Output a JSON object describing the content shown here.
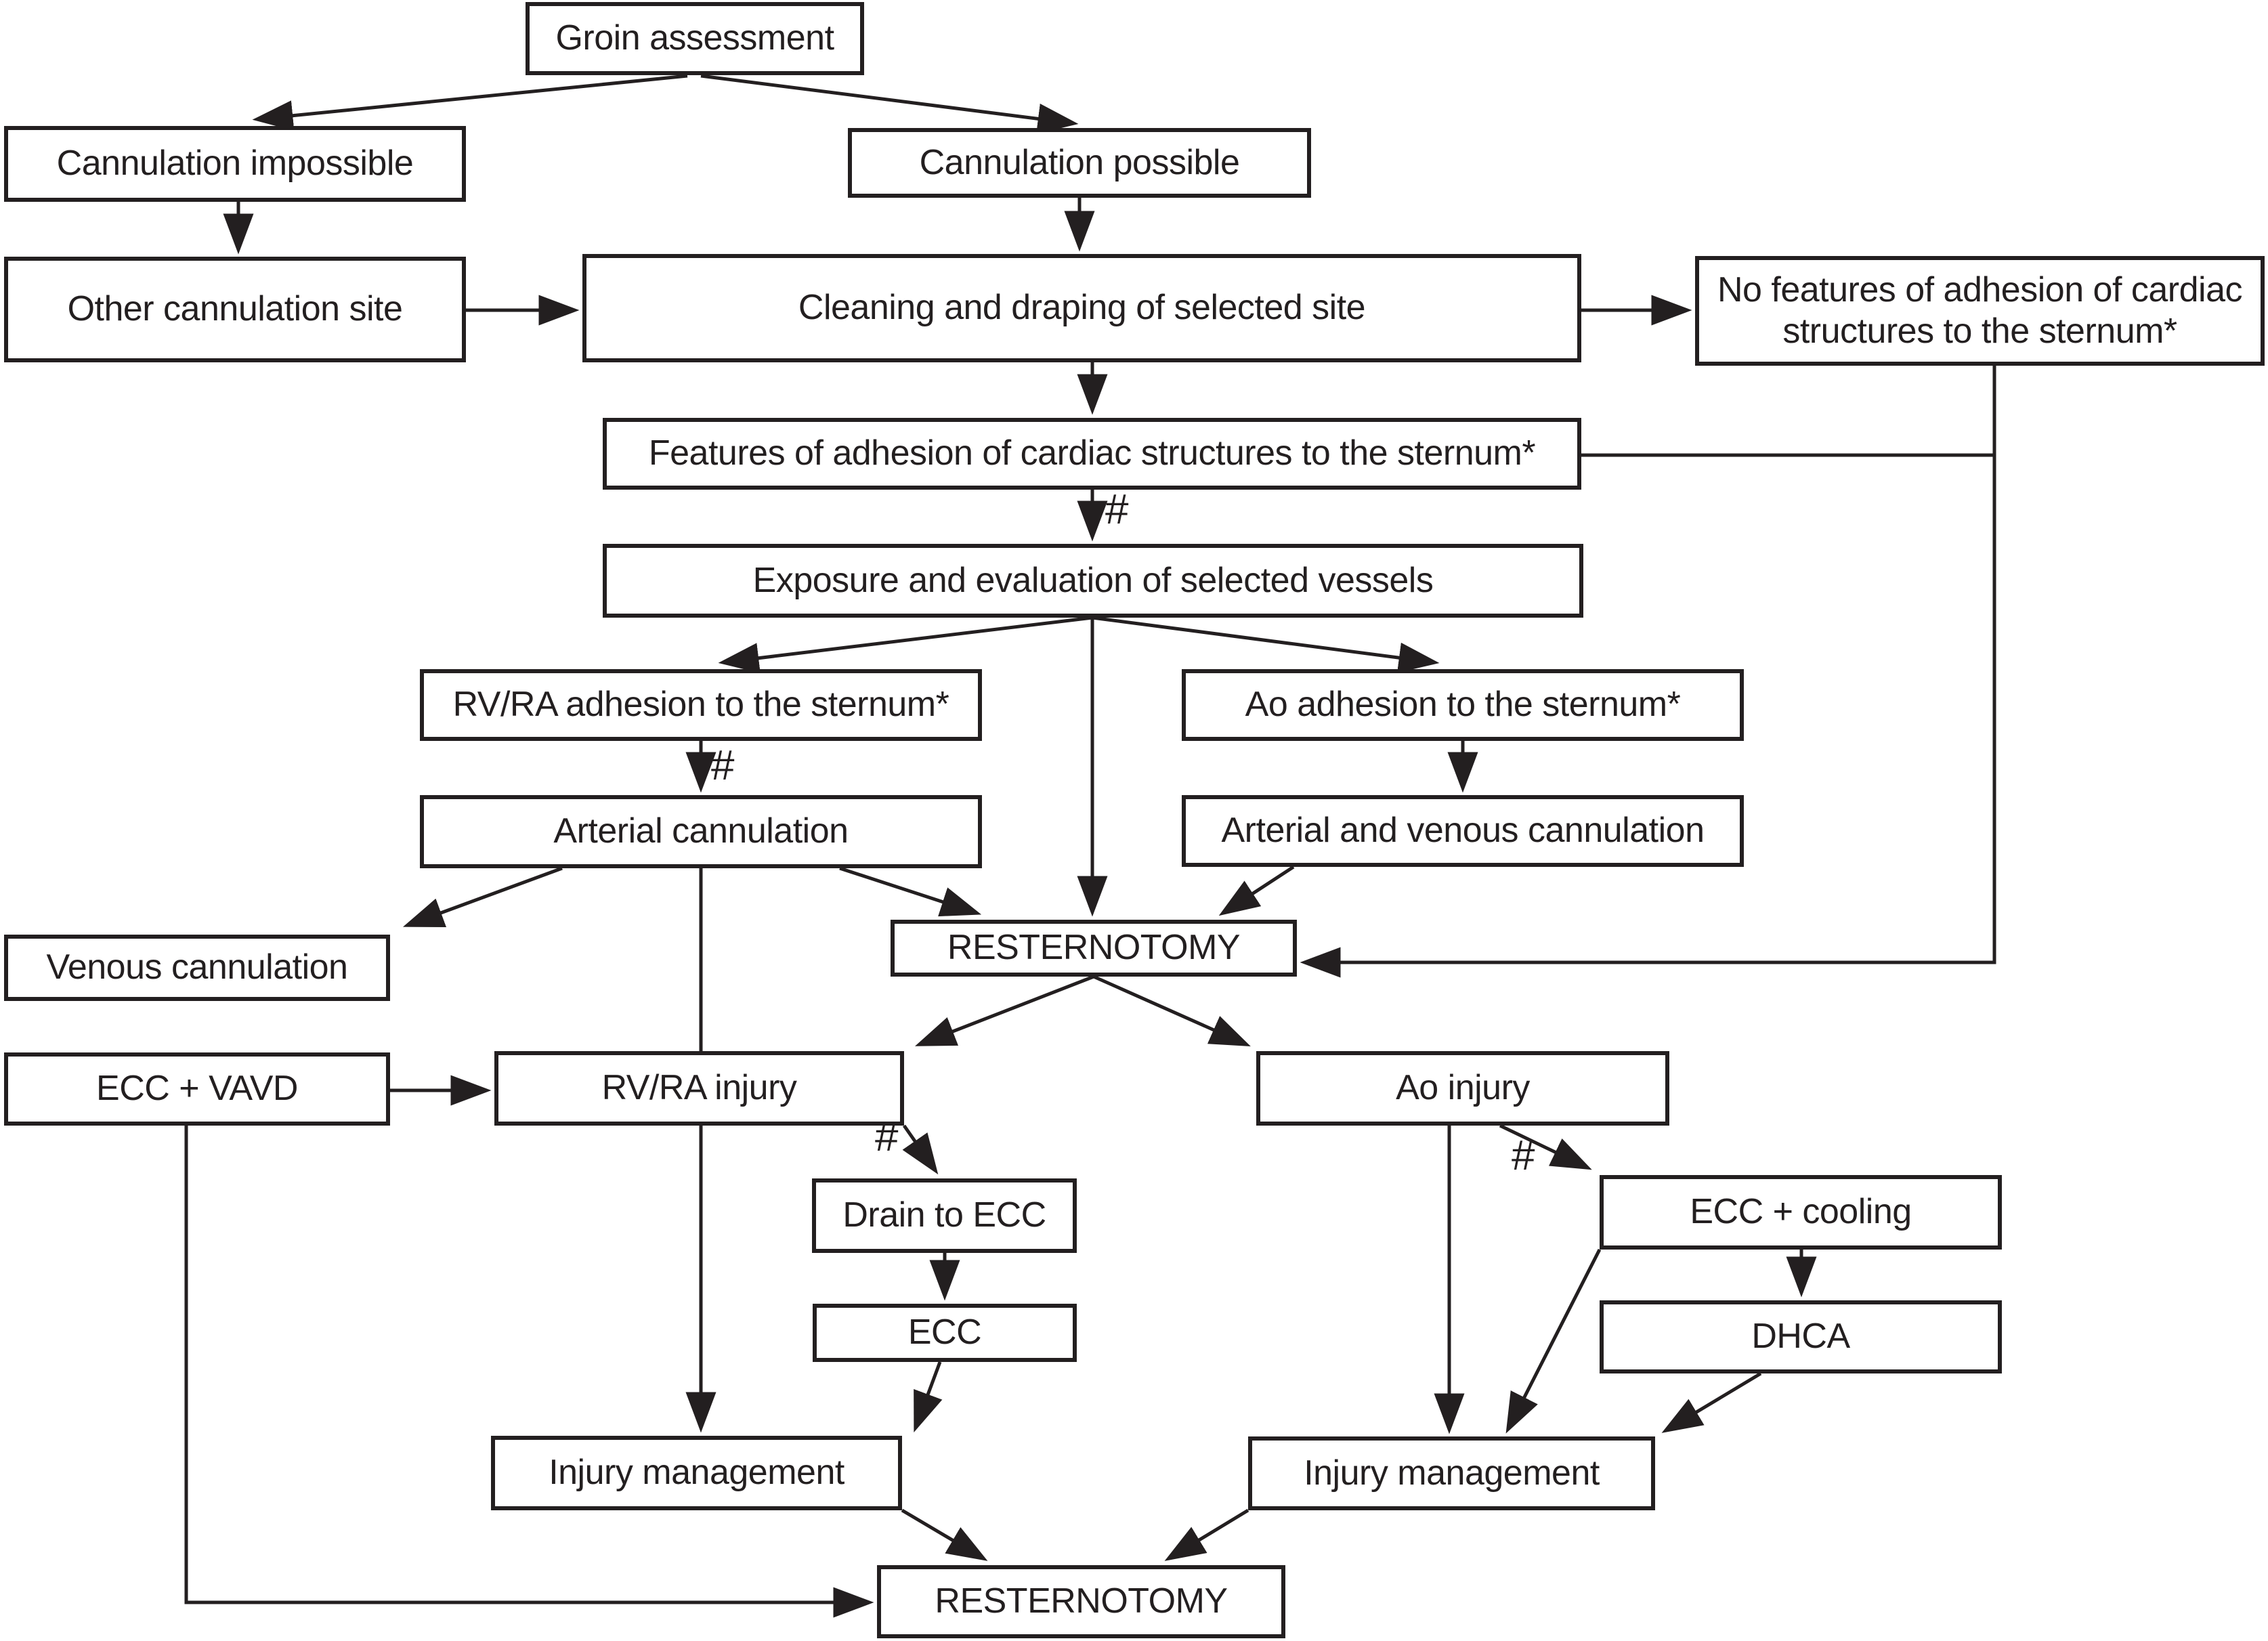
{
  "nodes": {
    "groin_assessment": "Groin assessment",
    "cannulation_impossible": "Cannulation impossible",
    "cannulation_possible": "Cannulation possible",
    "other_cannulation_site": "Other cannulation site",
    "cleaning_draping": "Cleaning and draping of selected site",
    "no_features_adhesion": "No features of adhesion of cardiac structures to the sternum*",
    "features_adhesion": "Features of adhesion of cardiac structures to the sternum*",
    "exposure_evaluation": "Exposure and evaluation of selected vessels",
    "rvra_adhesion": "RV/RA adhesion to the sternum*",
    "ao_adhesion": "Ao adhesion to the sternum*",
    "arterial_cannulation": "Arterial cannulation",
    "arterial_venous_cannulation": "Arterial and venous cannulation",
    "venous_cannulation": "Venous cannulation",
    "resternotomy_mid": "RESTERNOTOMY",
    "ecc_vavd": "ECC + VAVD",
    "rvra_injury": "RV/RA injury",
    "ao_injury": "Ao injury",
    "drain_to_ecc": "Drain to ECC",
    "ecc_cooling": "ECC + cooling",
    "ecc": "ECC",
    "dhca": "DHCA",
    "injury_management_left": "Injury management",
    "injury_management_right": "Injury management",
    "resternotomy_bottom": "RESTERNOTOMY"
  },
  "annotations": {
    "hash1": "#",
    "hash2": "#",
    "hash3": "#",
    "hash4": "#"
  },
  "colors": {
    "line": "#231f20",
    "background": "#ffffff"
  }
}
